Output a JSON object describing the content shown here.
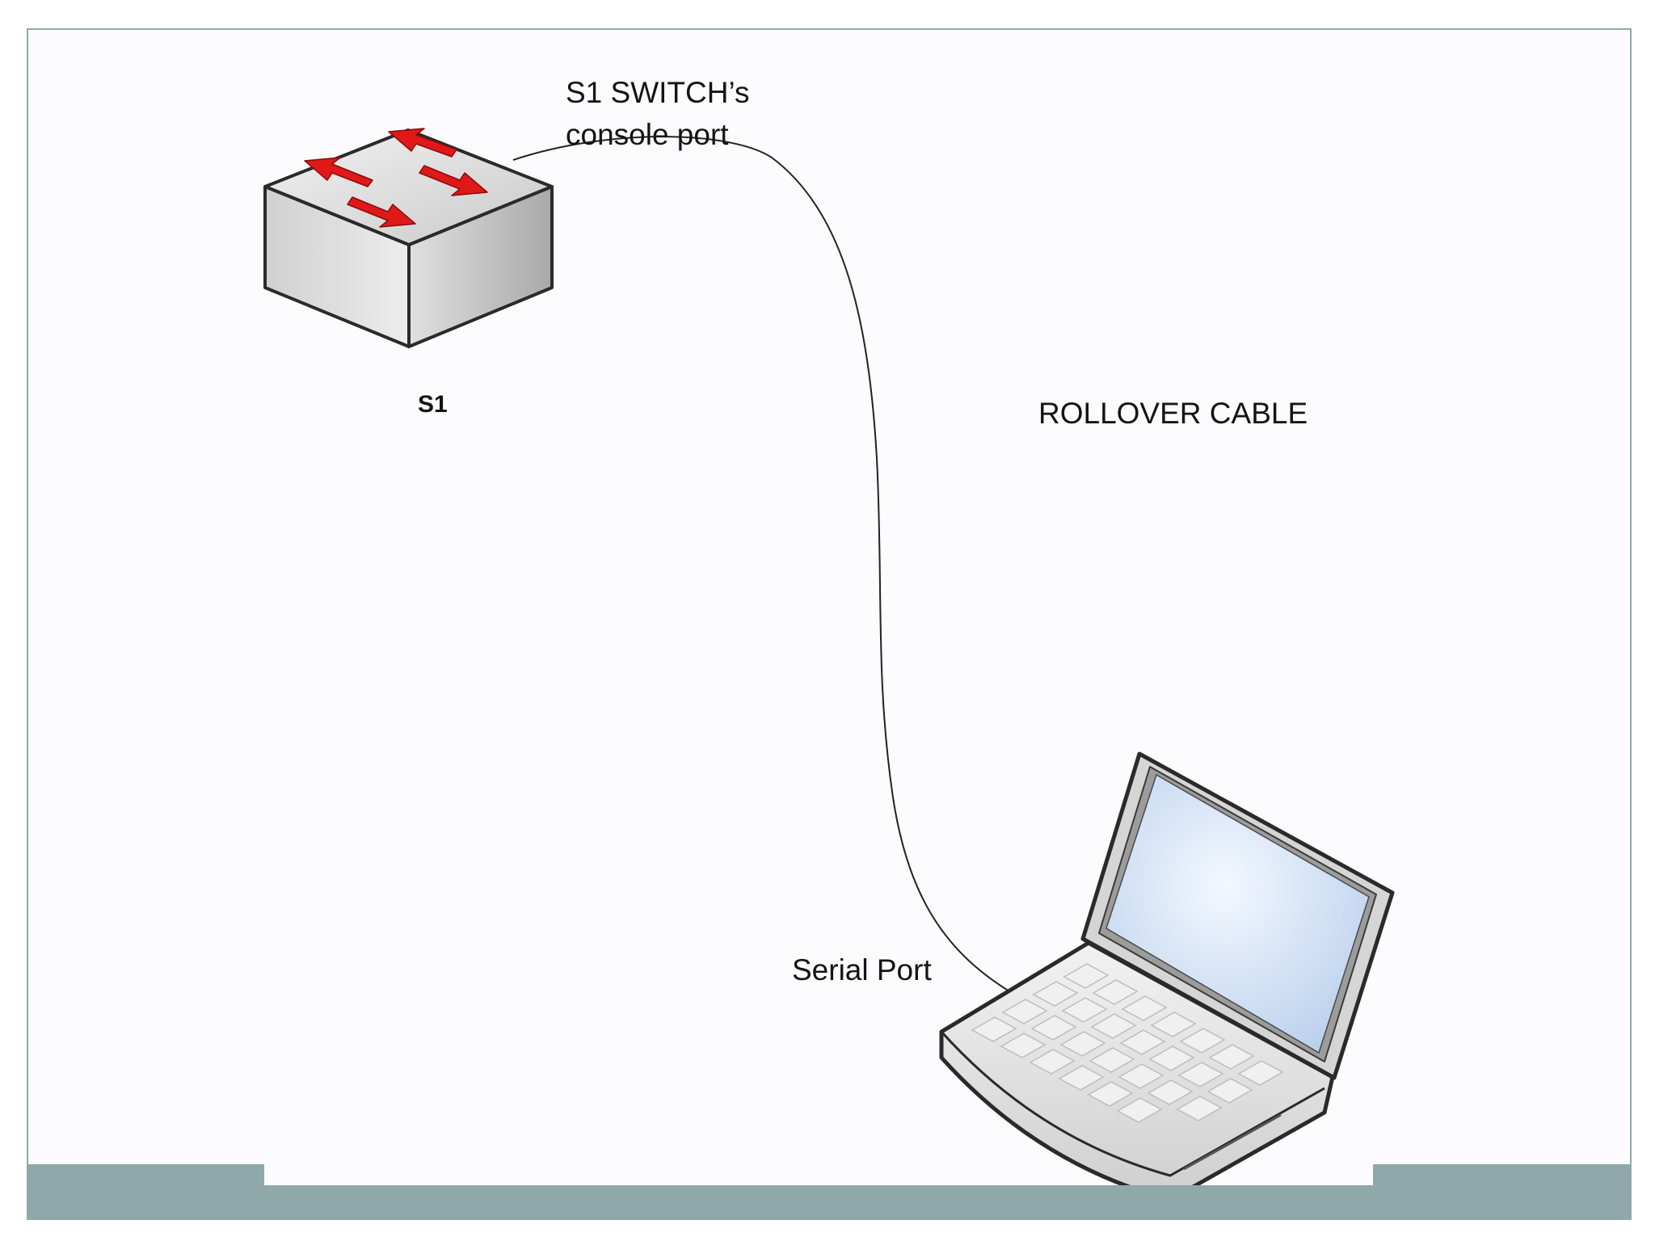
{
  "diagram": {
    "labels": {
      "console_port_line1": "S1 SWITCH’s",
      "console_port_line2": "console port",
      "switch_name": "S1",
      "cable": "ROLLOVER CABLE",
      "serial_port": "Serial Port"
    },
    "nodes": [
      {
        "id": "switch",
        "icon": "network-switch-icon",
        "name": "S1"
      },
      {
        "id": "laptop",
        "icon": "laptop-icon"
      }
    ],
    "edges": [
      {
        "from": "switch",
        "to": "laptop",
        "label": "ROLLOVER CABLE"
      }
    ]
  },
  "colors": {
    "frame": "#8fa9aa",
    "arrow_red": "#e01818",
    "cable": "#222222",
    "screen_blue": "#cfe0f5"
  }
}
